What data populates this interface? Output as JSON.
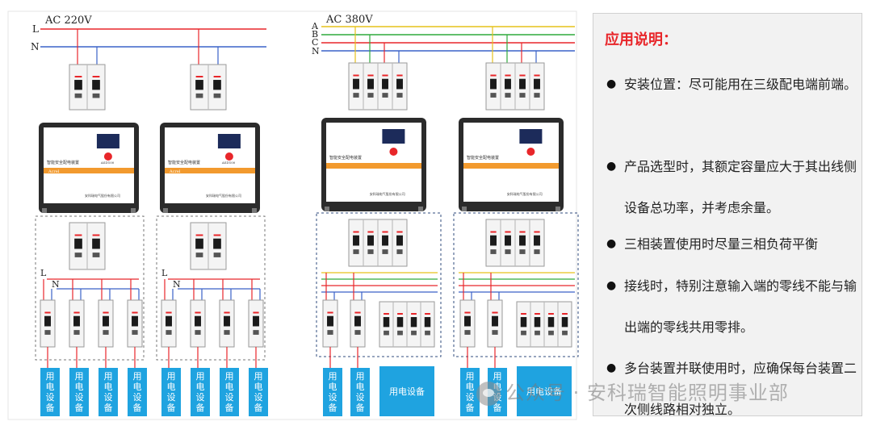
{
  "single_phase": {
    "supply": "AC 220V",
    "line_L": "L",
    "line_N": "N",
    "branch_L": "L",
    "branch_N": "N",
    "device_title": "智能安全配电装置",
    "device_model": "ASD100",
    "brand": "Acrel",
    "company": "安科瑞电气股份有限公司",
    "load_label": "用电设备"
  },
  "three_phase": {
    "supply": "AC 380V",
    "phases": [
      "A",
      "B",
      "C",
      "N"
    ],
    "device_title": "智能安全配电装置",
    "company": "安科瑞电气股份有限公司",
    "load_label": "用电设备"
  },
  "notes": {
    "title": "应用说明：",
    "items": [
      "安装位置：尽可能用在三级配电端前端。",
      "产品选型时，其额定容量应大于其出线侧设备总功率，并考虑余量。",
      "三相装置使用时尽量三相负荷平衡",
      "接线时，特别注意输入端的零线不能与输出端的零线共用零排。",
      "多台装置并联使用时，应确保每台装置二次侧线路相对独立。"
    ]
  },
  "watermark": "公众号 · 安科瑞智能照明事业部",
  "colors": {
    "line_red": "#e8262a",
    "line_blue": "#3a62c8",
    "phase_yellow": "#e6c21a",
    "phase_green": "#2eaa3c",
    "load_box": "#1fa3e0",
    "device_frame": "#2b2b2b"
  }
}
